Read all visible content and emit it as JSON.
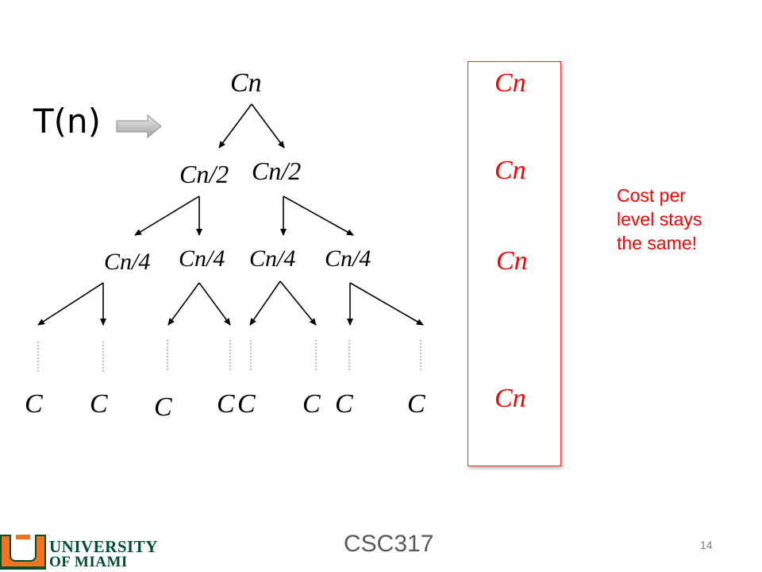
{
  "tree": {
    "root": "Cn",
    "level1": [
      "Cn/2",
      "Cn/2"
    ],
    "level2": [
      "Cn/4",
      "Cn/4",
      "Cn/4",
      "Cn/4"
    ],
    "leaves": [
      "C",
      "C",
      "C",
      "C",
      "C",
      "C",
      "C",
      "C"
    ]
  },
  "recurrence_label": "T(n)",
  "level_costs": [
    "Cn",
    "Cn",
    "Cn",
    "Cn"
  ],
  "note": "Cost per level stays the same!",
  "footer": {
    "course": "CSC317",
    "page_number": "14",
    "logo_line1": "UNIVERSITY",
    "logo_line2": "OF MIAMI"
  },
  "colors": {
    "highlight": "#ff0000",
    "logo_orange": "#f47321",
    "logo_green": "#005030"
  }
}
